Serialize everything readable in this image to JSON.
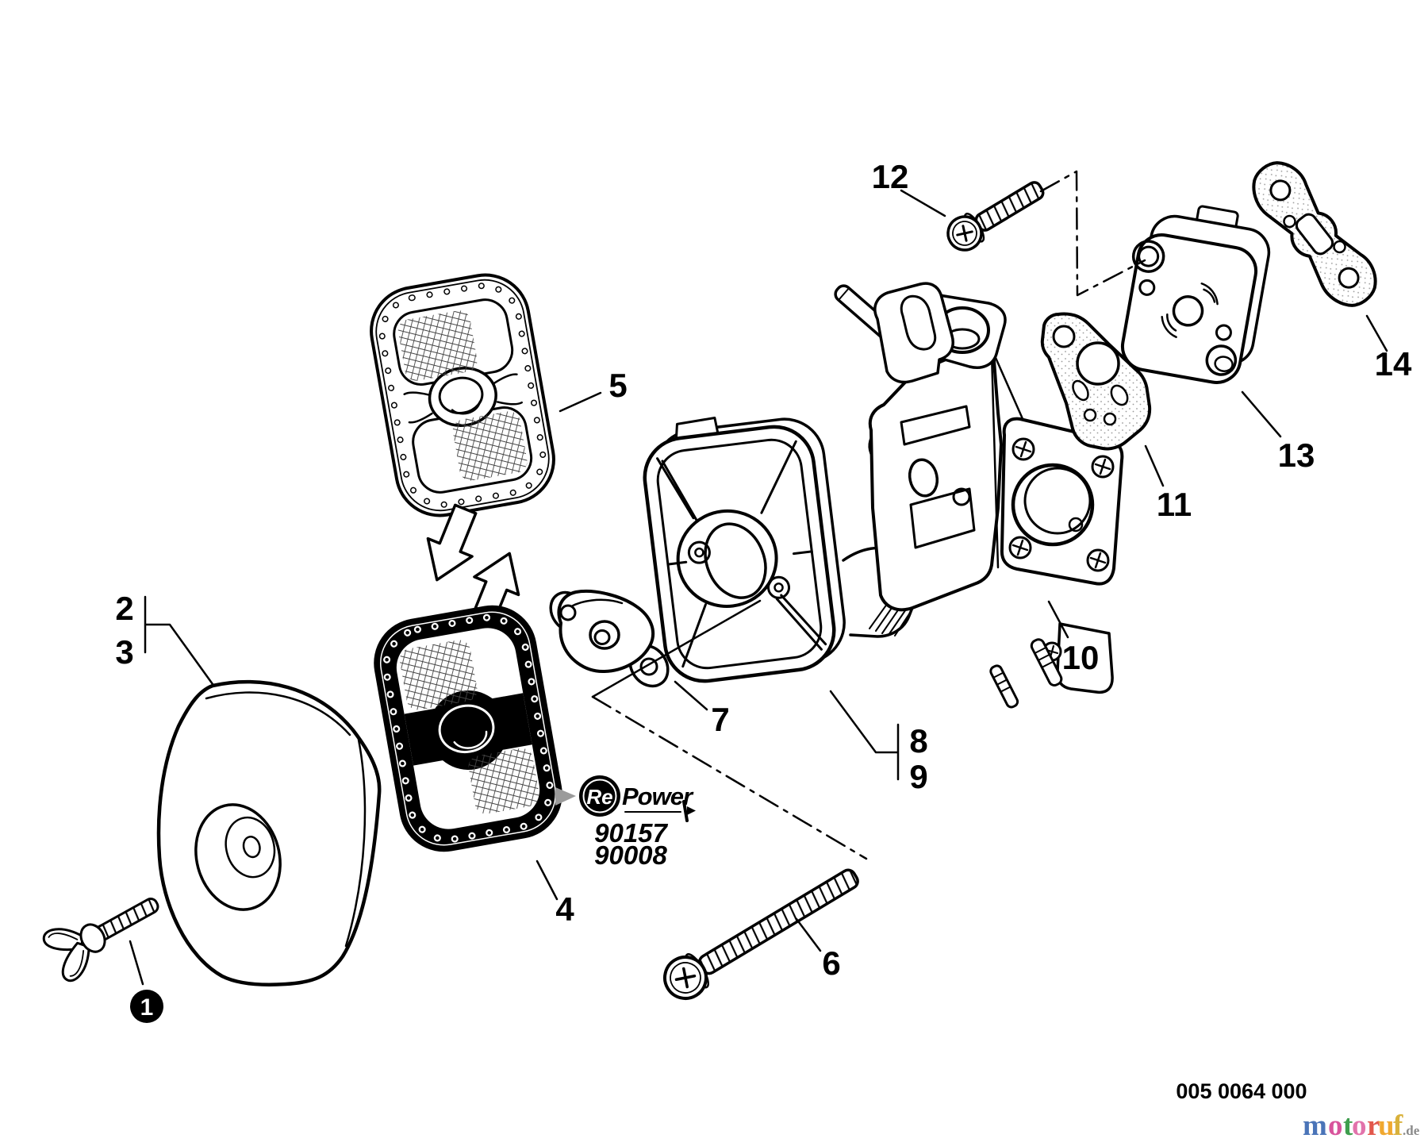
{
  "callouts": {
    "c1": "1",
    "c2": "2",
    "c3": "3",
    "c4": "4",
    "c5": "5",
    "c6": "6",
    "c7": "7",
    "c8": "8",
    "c9": "9",
    "c10": "10",
    "c11": "11",
    "c12": "12",
    "c13": "13",
    "c14": "14"
  },
  "repower": {
    "re": "Re",
    "power": "Power",
    "numbers": [
      "90157",
      "90008"
    ],
    "triangle_color": "#9b9b9b"
  },
  "footer": {
    "code": "005 0064 000"
  },
  "watermark": {
    "letters": [
      {
        "ch": "m",
        "color": "#4a74b8"
      },
      {
        "ch": "o",
        "color": "#d8549c"
      },
      {
        "ch": "t",
        "color": "#3f9e4d"
      },
      {
        "ch": "o",
        "color": "#e273ab"
      },
      {
        "ch": "r",
        "color": "#e2574c"
      },
      {
        "ch": "u",
        "color": "#f0a830"
      },
      {
        "ch": "f",
        "color": "#d9b13b"
      }
    ],
    "suffix": ".de",
    "suffix_color": "#8a8a8a"
  }
}
